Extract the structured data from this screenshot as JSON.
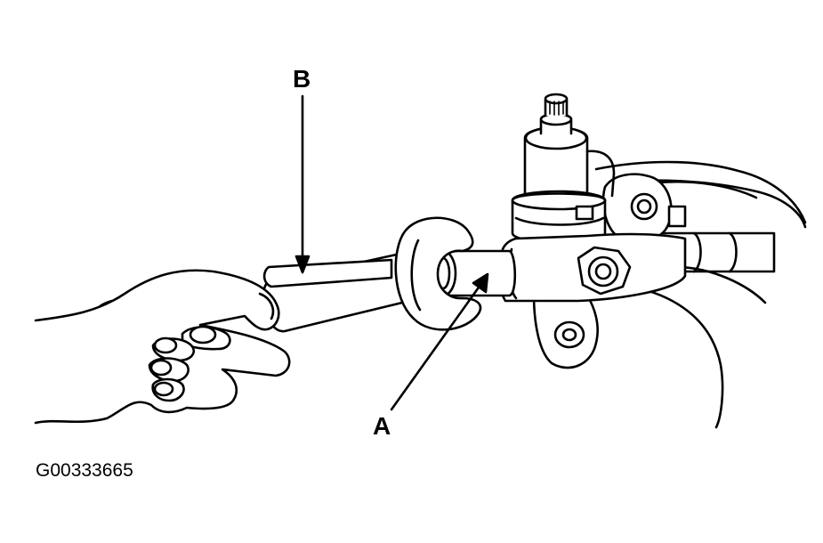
{
  "diagram": {
    "callouts": {
      "a": "A",
      "b": "B"
    },
    "figure_id": "G00333665"
  }
}
